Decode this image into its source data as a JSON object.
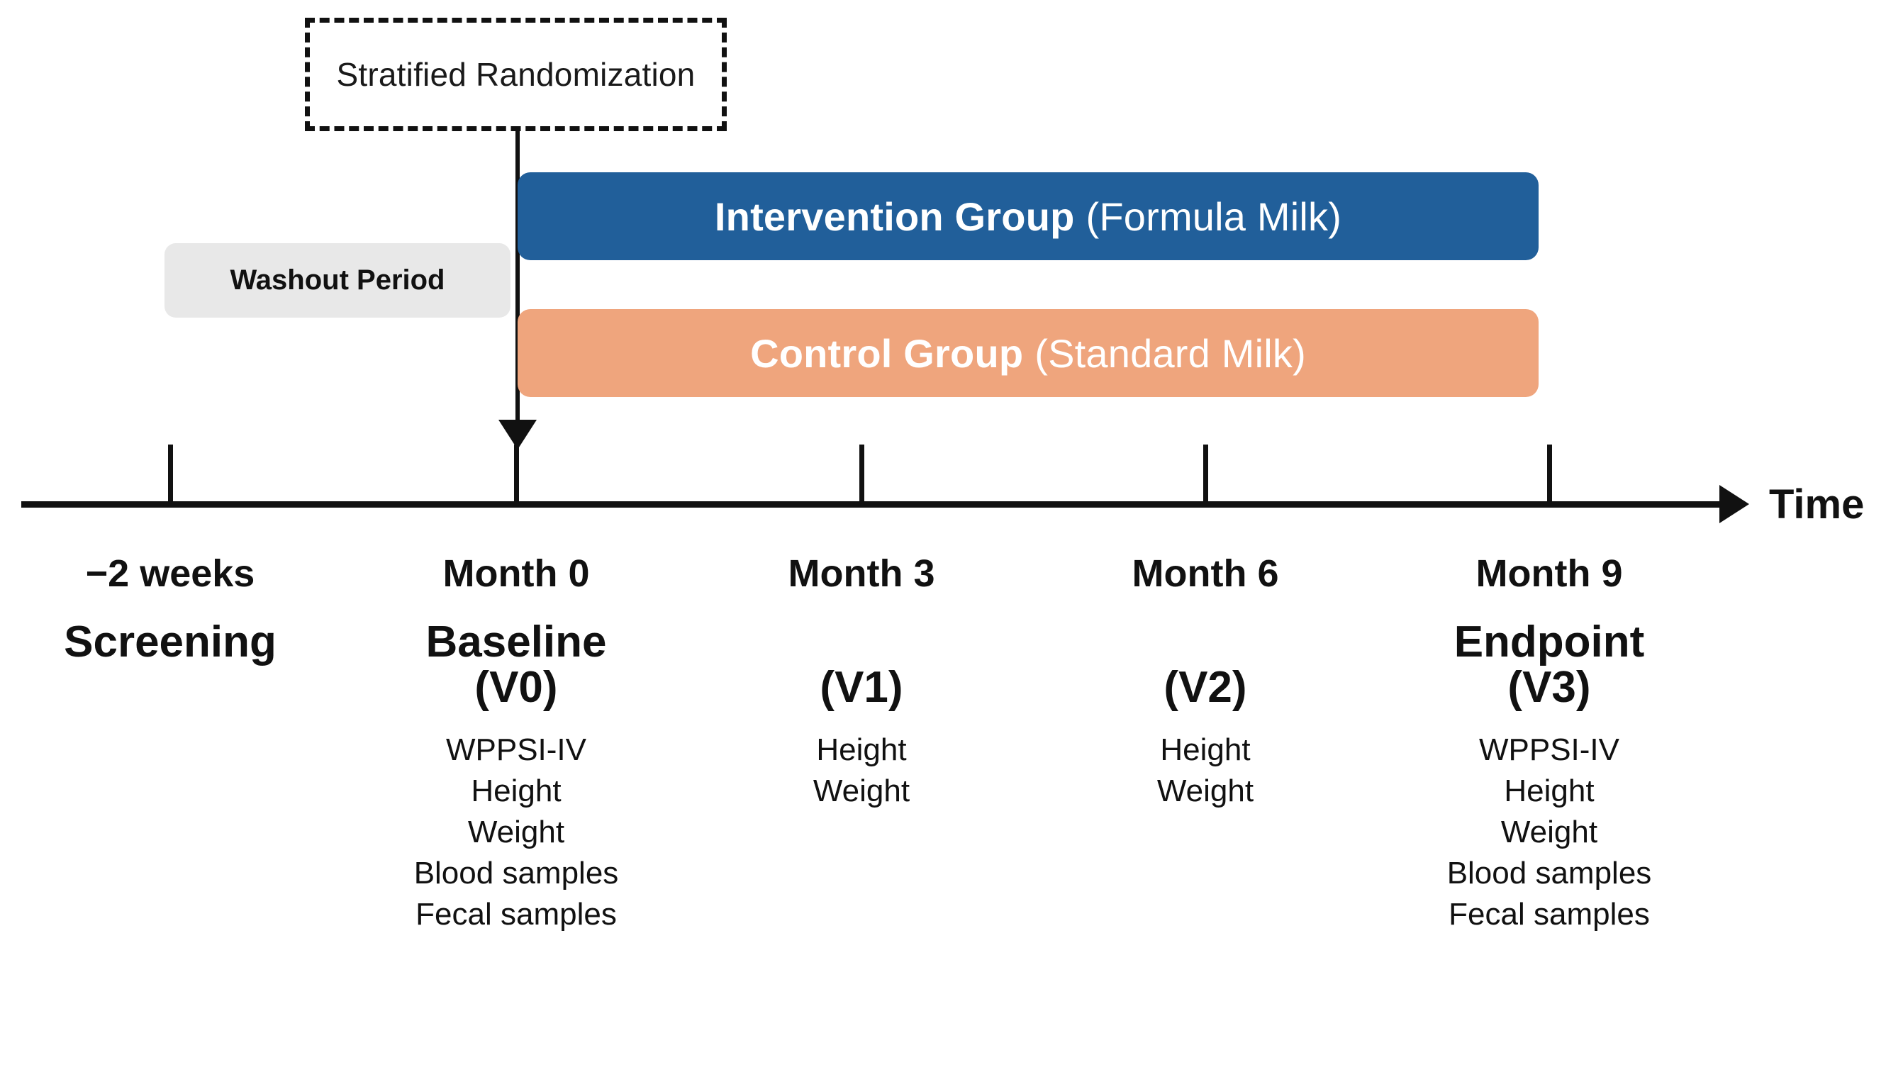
{
  "figure": {
    "type": "clinical-trial-timeline",
    "axis_title": "Time",
    "colors": {
      "intervention": "#215F9A",
      "control": "#EFA57D",
      "washout": "#E8E8E8",
      "line": "#111111"
    }
  },
  "randomization": {
    "label": "Stratified Randomization"
  },
  "washout": {
    "label": "Washout Period"
  },
  "arms": [
    {
      "id": "intervention",
      "name": "Intervention Group",
      "detail": "(Formula Milk)",
      "color": "#215F9A"
    },
    {
      "id": "control",
      "name": "Control Group",
      "detail": "(Standard Milk)",
      "color": "#EFA57D"
    }
  ],
  "timepoints": [
    {
      "time_label": "−2 weeks",
      "visit_title": "Screening",
      "visit_code": "",
      "assessments": []
    },
    {
      "time_label": "Month 0",
      "visit_title": "Baseline",
      "visit_code": "(V0)",
      "assessments": [
        "WPPSI-IV",
        "Height",
        "Weight",
        "Blood samples",
        "Fecal samples"
      ]
    },
    {
      "time_label": "Month 3",
      "visit_title": "",
      "visit_code": "(V1)",
      "assessments": [
        "Height",
        "Weight"
      ]
    },
    {
      "time_label": "Month 6",
      "visit_title": "",
      "visit_code": "(V2)",
      "assessments": [
        "Height",
        "Weight"
      ]
    },
    {
      "time_label": "Month 9",
      "visit_title": "Endpoint",
      "visit_code": "(V3)",
      "assessments": [
        "WPPSI-IV",
        "Height",
        "Weight",
        "Blood samples",
        "Fecal samples"
      ]
    }
  ]
}
